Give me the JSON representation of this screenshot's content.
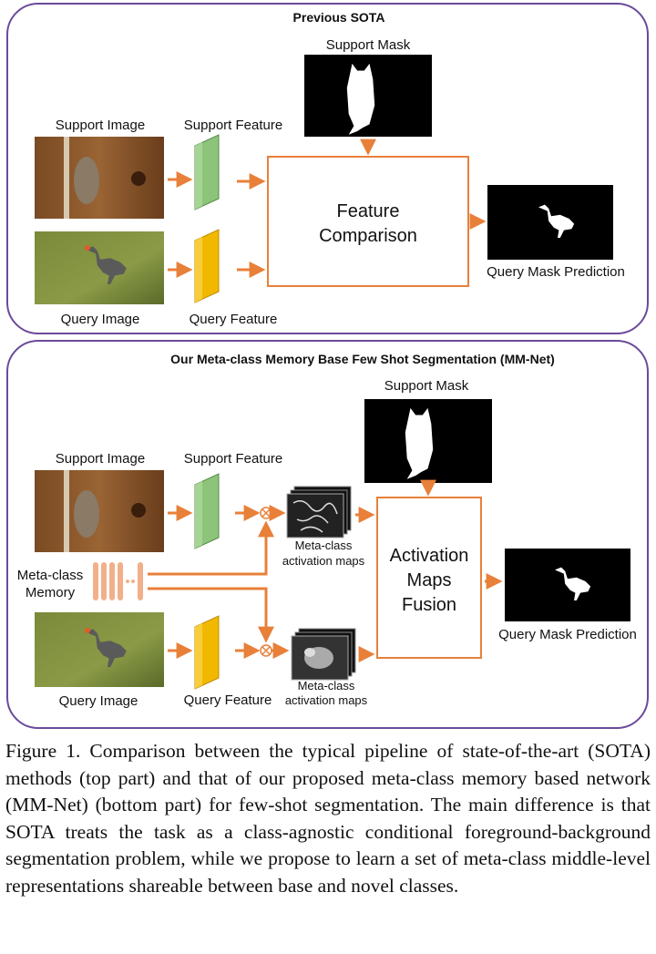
{
  "top": {
    "title": "Previous SOTA",
    "support_mask_label": "Support Mask",
    "support_image_label": "Support Image",
    "support_feature_label": "Support Feature",
    "query_image_label": "Query Image",
    "query_feature_label": "Query Feature",
    "comparison_box_line1": "Feature",
    "comparison_box_line2": "Comparison",
    "query_prediction_label": "Query Mask Prediction"
  },
  "bottom": {
    "title": "Our Meta-class Memory Base Few Shot Segmentation (MM-Net)",
    "support_mask_label": "Support Mask",
    "support_image_label": "Support Image",
    "support_feature_label": "Support Feature",
    "meta_memory_line1": "Meta-class",
    "meta_memory_line2": "Memory",
    "activation_maps_line1": "Meta-class",
    "activation_maps_line2": "activation maps",
    "fusion_box_line1": "Activation",
    "fusion_box_line2": "Maps",
    "fusion_box_line3": "Fusion",
    "query_prediction_label": "Query Mask Prediction",
    "query_image_label": "Query Image",
    "query_feature_label": "Query Feature"
  },
  "caption": "Figure 1. Comparison between the typical pipeline of state-of-the-art (SOTA) methods (top part) and that of our proposed meta-class memory based network (MM-Net) (bottom part) for few-shot segmentation. The main difference is that SOTA treats the task as a class-agnostic conditional foreground-background segmentation problem, while we propose to learn a set of meta-class middle-level representations shareable between base and novel classes.",
  "colors": {
    "panel_border": "#6b4a9a",
    "arrow": "#e8803a",
    "support_feature": "#8cc47a",
    "query_feature": "#f2b800"
  }
}
